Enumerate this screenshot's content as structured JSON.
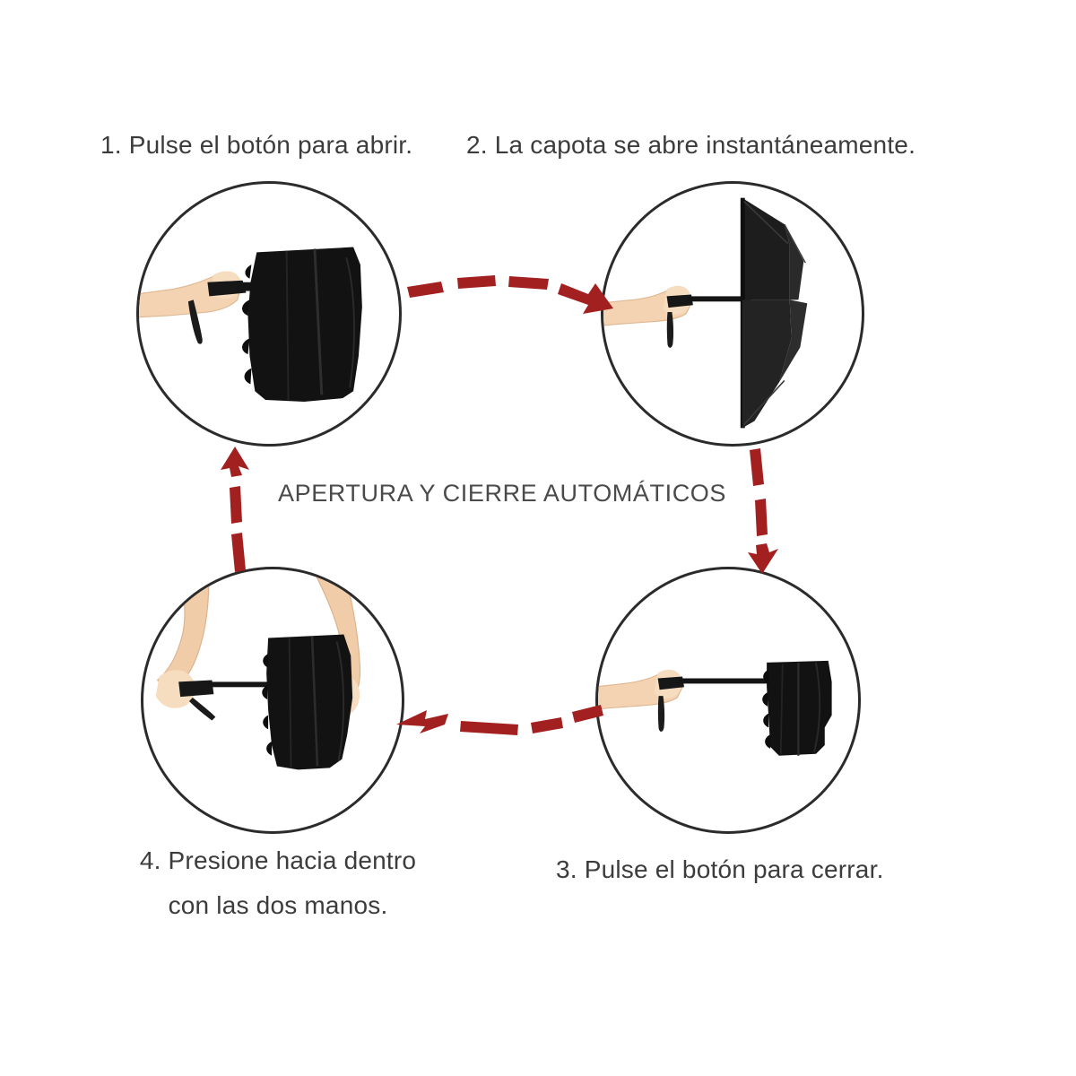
{
  "diagram": {
    "title": "APERTURA Y CIERRE AUTOMÁTICOS",
    "background_color": "#ffffff",
    "text_color": "#3c3c3c",
    "accent_color": "#a32020",
    "circle_stroke_color": "#2b2b2b",
    "canopy_color": "#111111",
    "skin_color": "#f2cfae"
  },
  "steps": [
    {
      "id": "step-1",
      "number": "1.",
      "caption": "1. Pulse el botón para abrir.",
      "illustration": "hand-holding-folded-umbrella-pressing-button"
    },
    {
      "id": "step-2",
      "number": "2.",
      "caption": "2. La capota se abre instantáneamente.",
      "illustration": "open-umbrella-side-view-held-by-hand"
    },
    {
      "id": "step-3",
      "number": "3.",
      "caption": "3. Pulse el botón para cerrar.",
      "illustration": "hand-holding-umbrella-canopy-collapsed-shaft-extended"
    },
    {
      "id": "step-4",
      "number": "4.",
      "caption_line_1": "4. Presione hacia dentro",
      "caption_line_2": "con las dos manos.",
      "illustration": "two-hands-pushing-umbrella-shaft-closed"
    }
  ],
  "arrows": [
    {
      "id": "arrow-top",
      "label": "arrow-step1-to-step2",
      "direction": "right",
      "style": "dashed",
      "color": "#a32020",
      "dash_count": 3
    },
    {
      "id": "arrow-right",
      "label": "arrow-step2-to-step3",
      "direction": "down",
      "style": "dashed",
      "color": "#a32020",
      "dash_count": 2
    },
    {
      "id": "arrow-bottom",
      "label": "arrow-step3-to-step4",
      "direction": "left",
      "style": "dashed",
      "color": "#a32020",
      "dash_count": 3
    },
    {
      "id": "arrow-left",
      "label": "arrow-step4-to-step1",
      "direction": "up",
      "style": "dashed",
      "color": "#a32020",
      "dash_count": 2
    }
  ]
}
